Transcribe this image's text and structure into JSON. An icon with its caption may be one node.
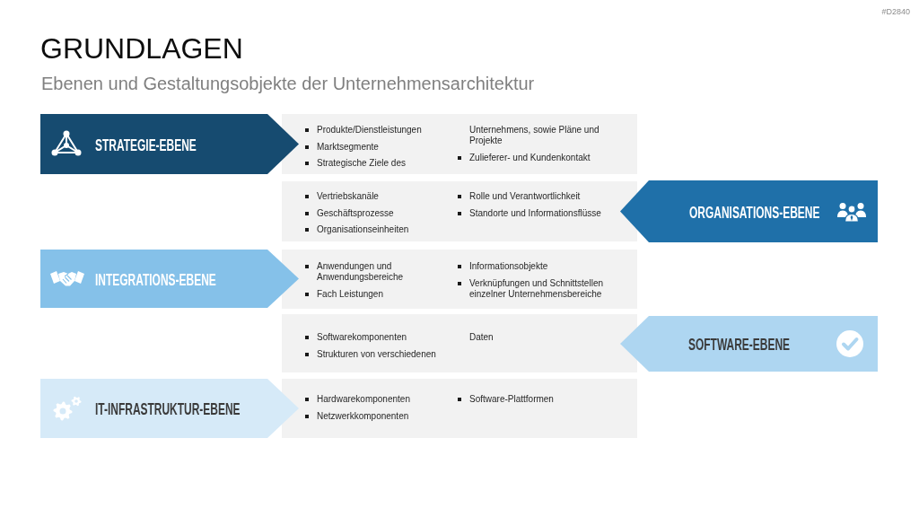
{
  "diagram": {
    "title": "GRUNDLAGEN",
    "nodes": [
      {
        "text": [
          "STRATEGIE-EBENE"
        ]
      },
      {
        "text": [
          "Produkte/Dienstleistungen",
          "Marktsegmente",
          "Strategische Ziele des",
          "Unternehmens, sowie Pläne und Projekte",
          "Zulieferer- und Kundenkontakt"
        ]
      },
      {
        "text": [
          "Vertriebskanäle",
          "Geschäftsprozesse",
          "Organisationseinheiten",
          "Rolle und Verantwortlichkeit",
          "Standorte und Informationsflüsse"
        ]
      },
      {
        "text": [
          "ORGANISATIONS-EBENE"
        ]
      },
      {
        "text": [
          "INTEGRATIONS-EBENE"
        ]
      },
      {
        "text": [
          "Anwendungen und Anwendungsbereiche",
          "Fach Leistungen",
          "Informationsobjekte",
          "Verknüpfungen und Schnittstellen einzelner Unternehmensbereiche"
        ]
      },
      {
        "text": [
          "Softwarekomponenten",
          "Strukturen von verschiedenen",
          "Daten"
        ]
      },
      {
        "text": [
          "SOFTWARE-EBENE"
        ]
      },
      {
        "text": [
          "IT-INFRASTRUKTUR-EBENE"
        ]
      },
      {
        "text": [
          "Hardwarekomponenten",
          "Netzwerkkomponenten",
          "Software-Plattformen"
        ]
      }
    ],
    "labels": [
      "#D2840",
      "Ebenen und Gestaltungsobjekte der Unternehmensarchitektur"
    ]
  }
}
